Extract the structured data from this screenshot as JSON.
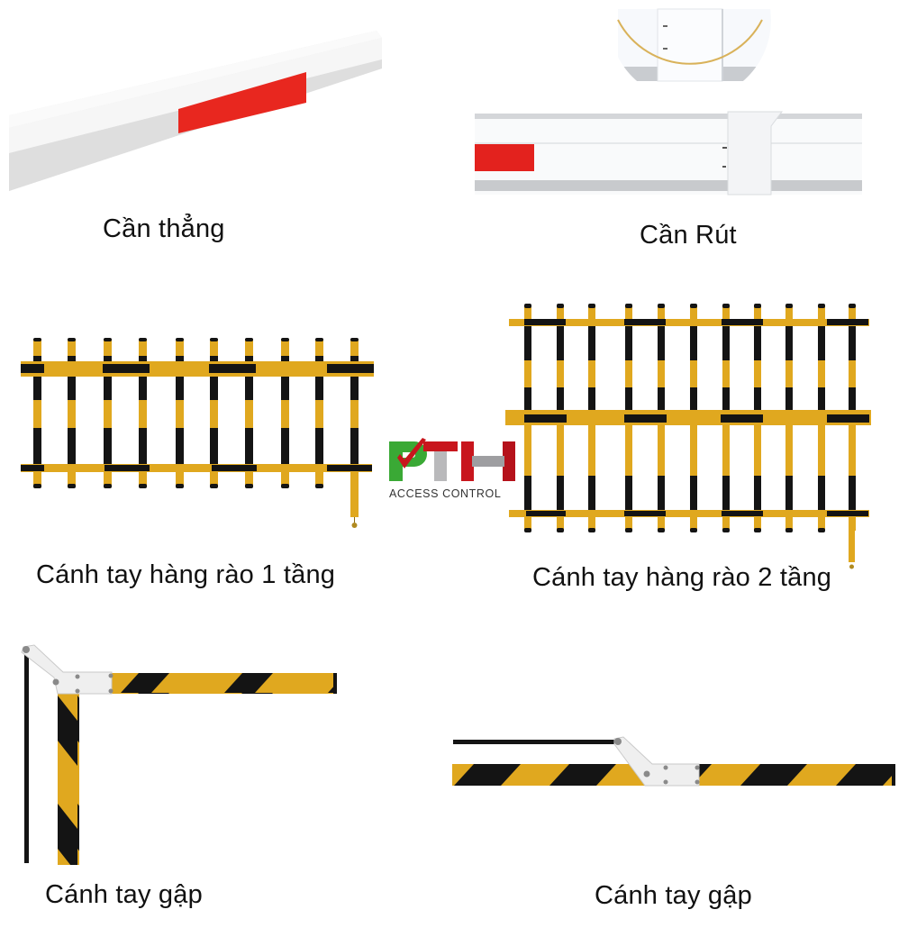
{
  "page": {
    "background": "#ffffff"
  },
  "products": [
    {
      "id": "straight",
      "caption": "Cần thẳng",
      "icon": "straight-boom-icon"
    },
    {
      "id": "telescopic",
      "caption": "Cần Rút",
      "icon": "telescopic-boom-icon"
    },
    {
      "id": "fence-1",
      "caption": "Cánh tay hàng rào 1 tầng",
      "icon": "fence-arm-1-level-icon"
    },
    {
      "id": "fence-2",
      "caption": "Cánh tay hàng rào 2 tầng",
      "icon": "fence-arm-2-level-icon"
    },
    {
      "id": "folding-up",
      "caption": "Cánh tay gập",
      "icon": "folding-arm-raised-icon"
    },
    {
      "id": "folding-flat",
      "caption": "Cánh tay gập",
      "icon": "folding-arm-flat-icon"
    }
  ],
  "logo": {
    "brand": "PTH",
    "subtitle": "ACCESS CONTROL",
    "colors": {
      "p": "#3aa935",
      "t": "#c8161d",
      "h": "#b5121b",
      "check": "#c8161d"
    }
  },
  "colors": {
    "yellow": "#e0a81f",
    "black": "#141414",
    "red_reflector": "#e3221e",
    "white_boom": "#f2f2f2",
    "gold_circle": "#d9b25a"
  }
}
